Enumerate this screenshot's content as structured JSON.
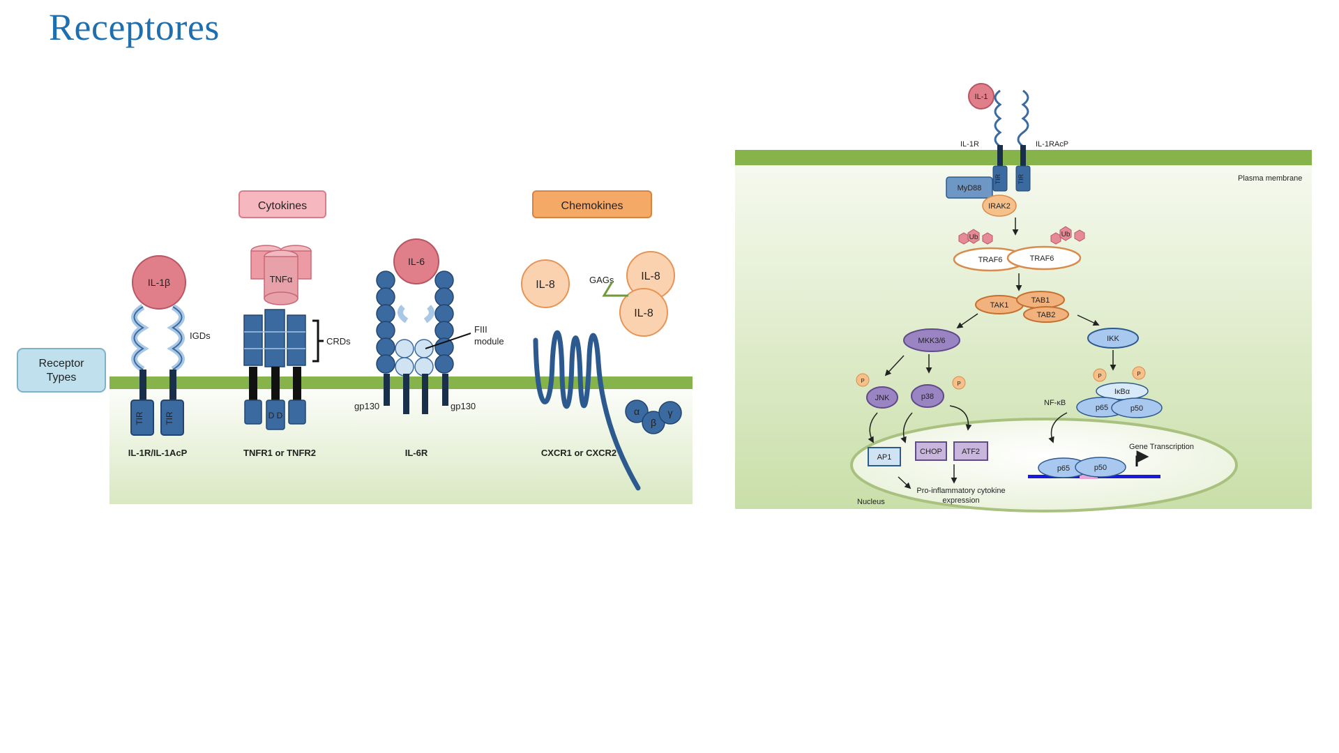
{
  "slide": {
    "title": "Receptores"
  },
  "left_panel": {
    "receptor_types": "Receptor Types",
    "cytokines": "Cytokines",
    "chemokines": "Chemokines",
    "il1b": "IL-1β",
    "igds": "IGDs",
    "tir": "TIR",
    "tnfa": "TNFα",
    "crds": "CRDs",
    "dd": "D D",
    "il6": "IL-6",
    "fiii_line1": "FIII",
    "fiii_line2": "module",
    "gp130": "gp130",
    "il8": "IL-8",
    "gags": "GAGs",
    "g_alpha": "α",
    "g_beta": "β",
    "g_gamma": "γ",
    "receptor_names": [
      "IL-1R/IL-1AcP",
      "TNFR1 or TNFR2",
      "IL-6R",
      "CXCR1 or CXCR2"
    ]
  },
  "right_panel": {
    "il1": "IL-1",
    "il1r": "IL-1R",
    "il1racp": "IL-1RAcP",
    "plasma_membrane": "Plasma membrane",
    "tir": "TIR",
    "myd88": "MyD88",
    "irak2": "IRAK2",
    "ub": "Ub",
    "traf6": "TRAF6",
    "tak1": "TAK1",
    "tab1": "TAB1",
    "tab2": "TAB2",
    "mkk36": "MKK3/6",
    "ikk": "IKK",
    "p": "P",
    "jnk": "JNK",
    "p38": "p38",
    "nfkb": "NF-κB",
    "ikba": "IκBα",
    "p65": "p65",
    "p50": "p50",
    "ap1": "AP1",
    "chop": "CHOP",
    "atf2": "ATF2",
    "gene_transcription": "Gene Transcription",
    "proinflam_line1": "Pro-inflammatory cytokine",
    "proinflam_line2": "expression",
    "nucleus": "Nucleus"
  },
  "colors": {
    "title": "#1f6fae",
    "membrane": "#86b34a",
    "receptor_blue": "#3b6aa0",
    "cytokine_pink": "#e07f8a",
    "chemokine_orange": "#f2a35e",
    "kinase_purple": "#9b84c2",
    "nfkb_blue": "#a9c8ef",
    "dna_blue": "#1a1adc"
  }
}
